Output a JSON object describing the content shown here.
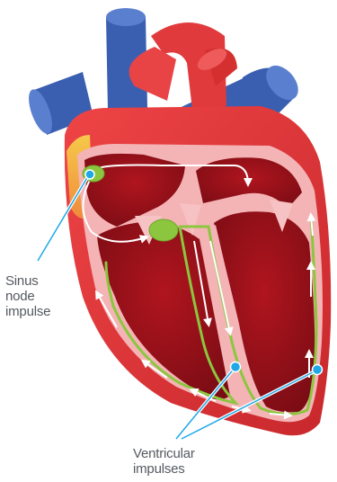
{
  "labels": {
    "sinus_node": [
      "Sinus",
      "node",
      "impulse"
    ],
    "ventricular": [
      "Ventricular",
      "impulses"
    ]
  },
  "colors": {
    "vessel_blue": "#3a5fb0",
    "heart_red": "#e03a3c",
    "chamber_dark": "#8e1119",
    "wall_pink": "#f4b4b6",
    "node_green": "#8cc63f",
    "pointer_blue": "#1ea8e8",
    "label_gray": "#555a60"
  }
}
